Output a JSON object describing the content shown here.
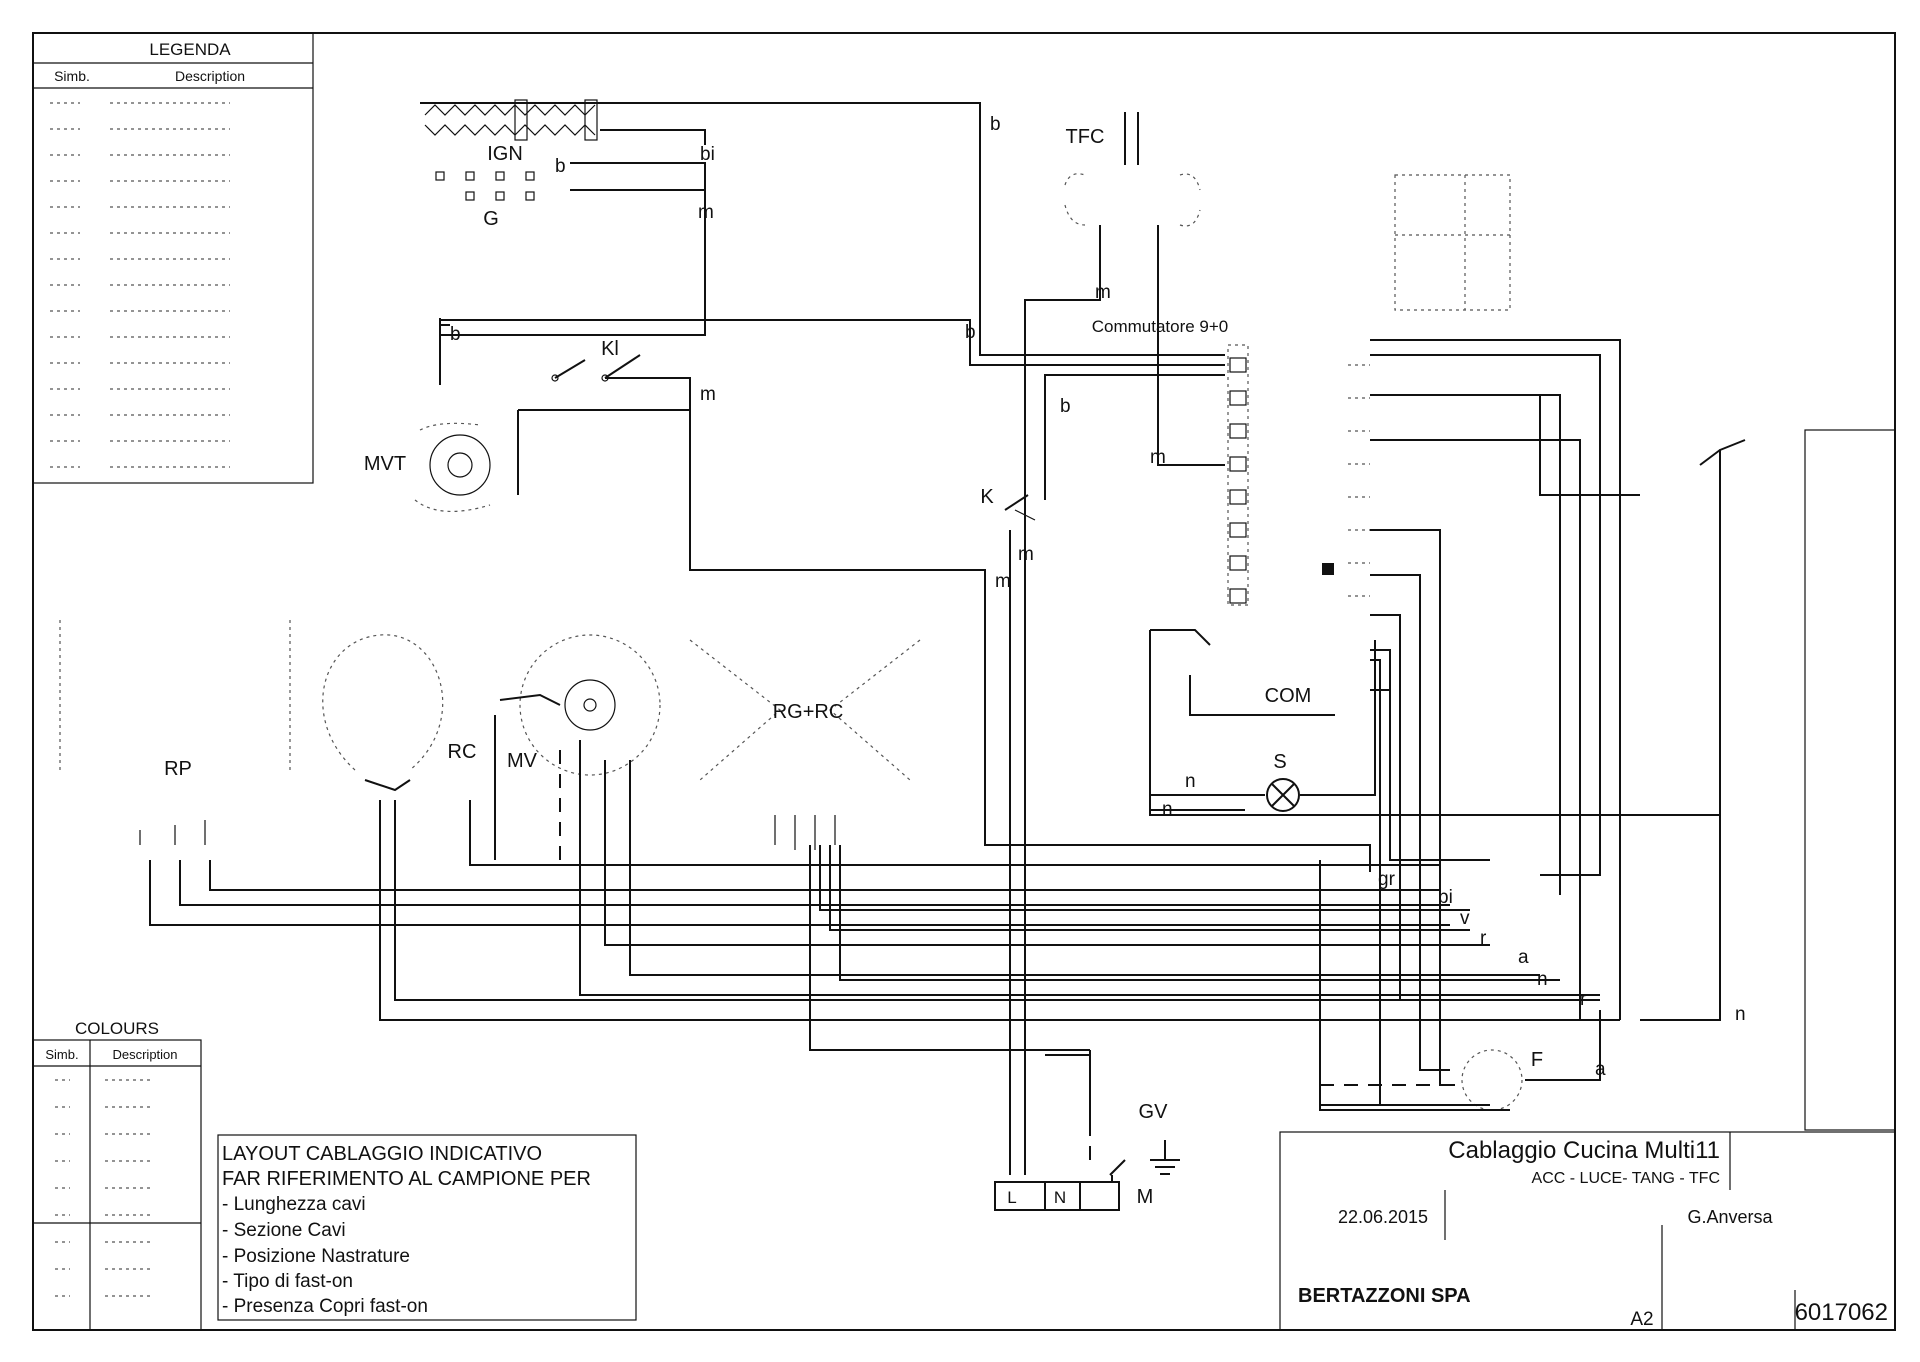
{
  "legend": {
    "title": "LEGENDA",
    "col_simb": "Simb.",
    "col_desc": "Description"
  },
  "colours": {
    "title": "COLOURS",
    "col_simb": "Simb.",
    "col_desc": "Description"
  },
  "components": {
    "ign": "IGN",
    "g": "G",
    "tfc": "TFC",
    "kl": "Kl",
    "mvt": "MVT",
    "k": "K",
    "rp": "RP",
    "rc": "RC",
    "mv": "MV",
    "rg_rc": "RG+RC",
    "com": "COM",
    "s": "S",
    "f": "F",
    "gv": "GV",
    "commutatore": "Commutatore 9+0",
    "terminal_l": "L",
    "terminal_n": "N",
    "terminal_m": "M"
  },
  "wires": {
    "b": "b",
    "bi": "bi",
    "m": "m",
    "n": "n",
    "gr": "gr",
    "v": "v",
    "r": "r",
    "a": "a"
  },
  "note": {
    "line1": "LAYOUT CABLAGGIO INDICATIVO",
    "line2": "FAR RIFERIMENTO AL CAMPIONE PER",
    "items": [
      "- Lunghezza cavi",
      "- Sezione Cavi",
      "- Posizione Nastrature",
      "- Tipo di fast-on",
      "- Presenza Copri fast-on"
    ]
  },
  "title_block": {
    "title": "Cablaggio Cucina Multi11",
    "subtitle": "ACC - LUCE- TANG - TFC",
    "date": "22.06.2015",
    "author": "G.Anversa",
    "company": "BERTAZZONI SPA",
    "format": "A2",
    "code": "6017062"
  }
}
